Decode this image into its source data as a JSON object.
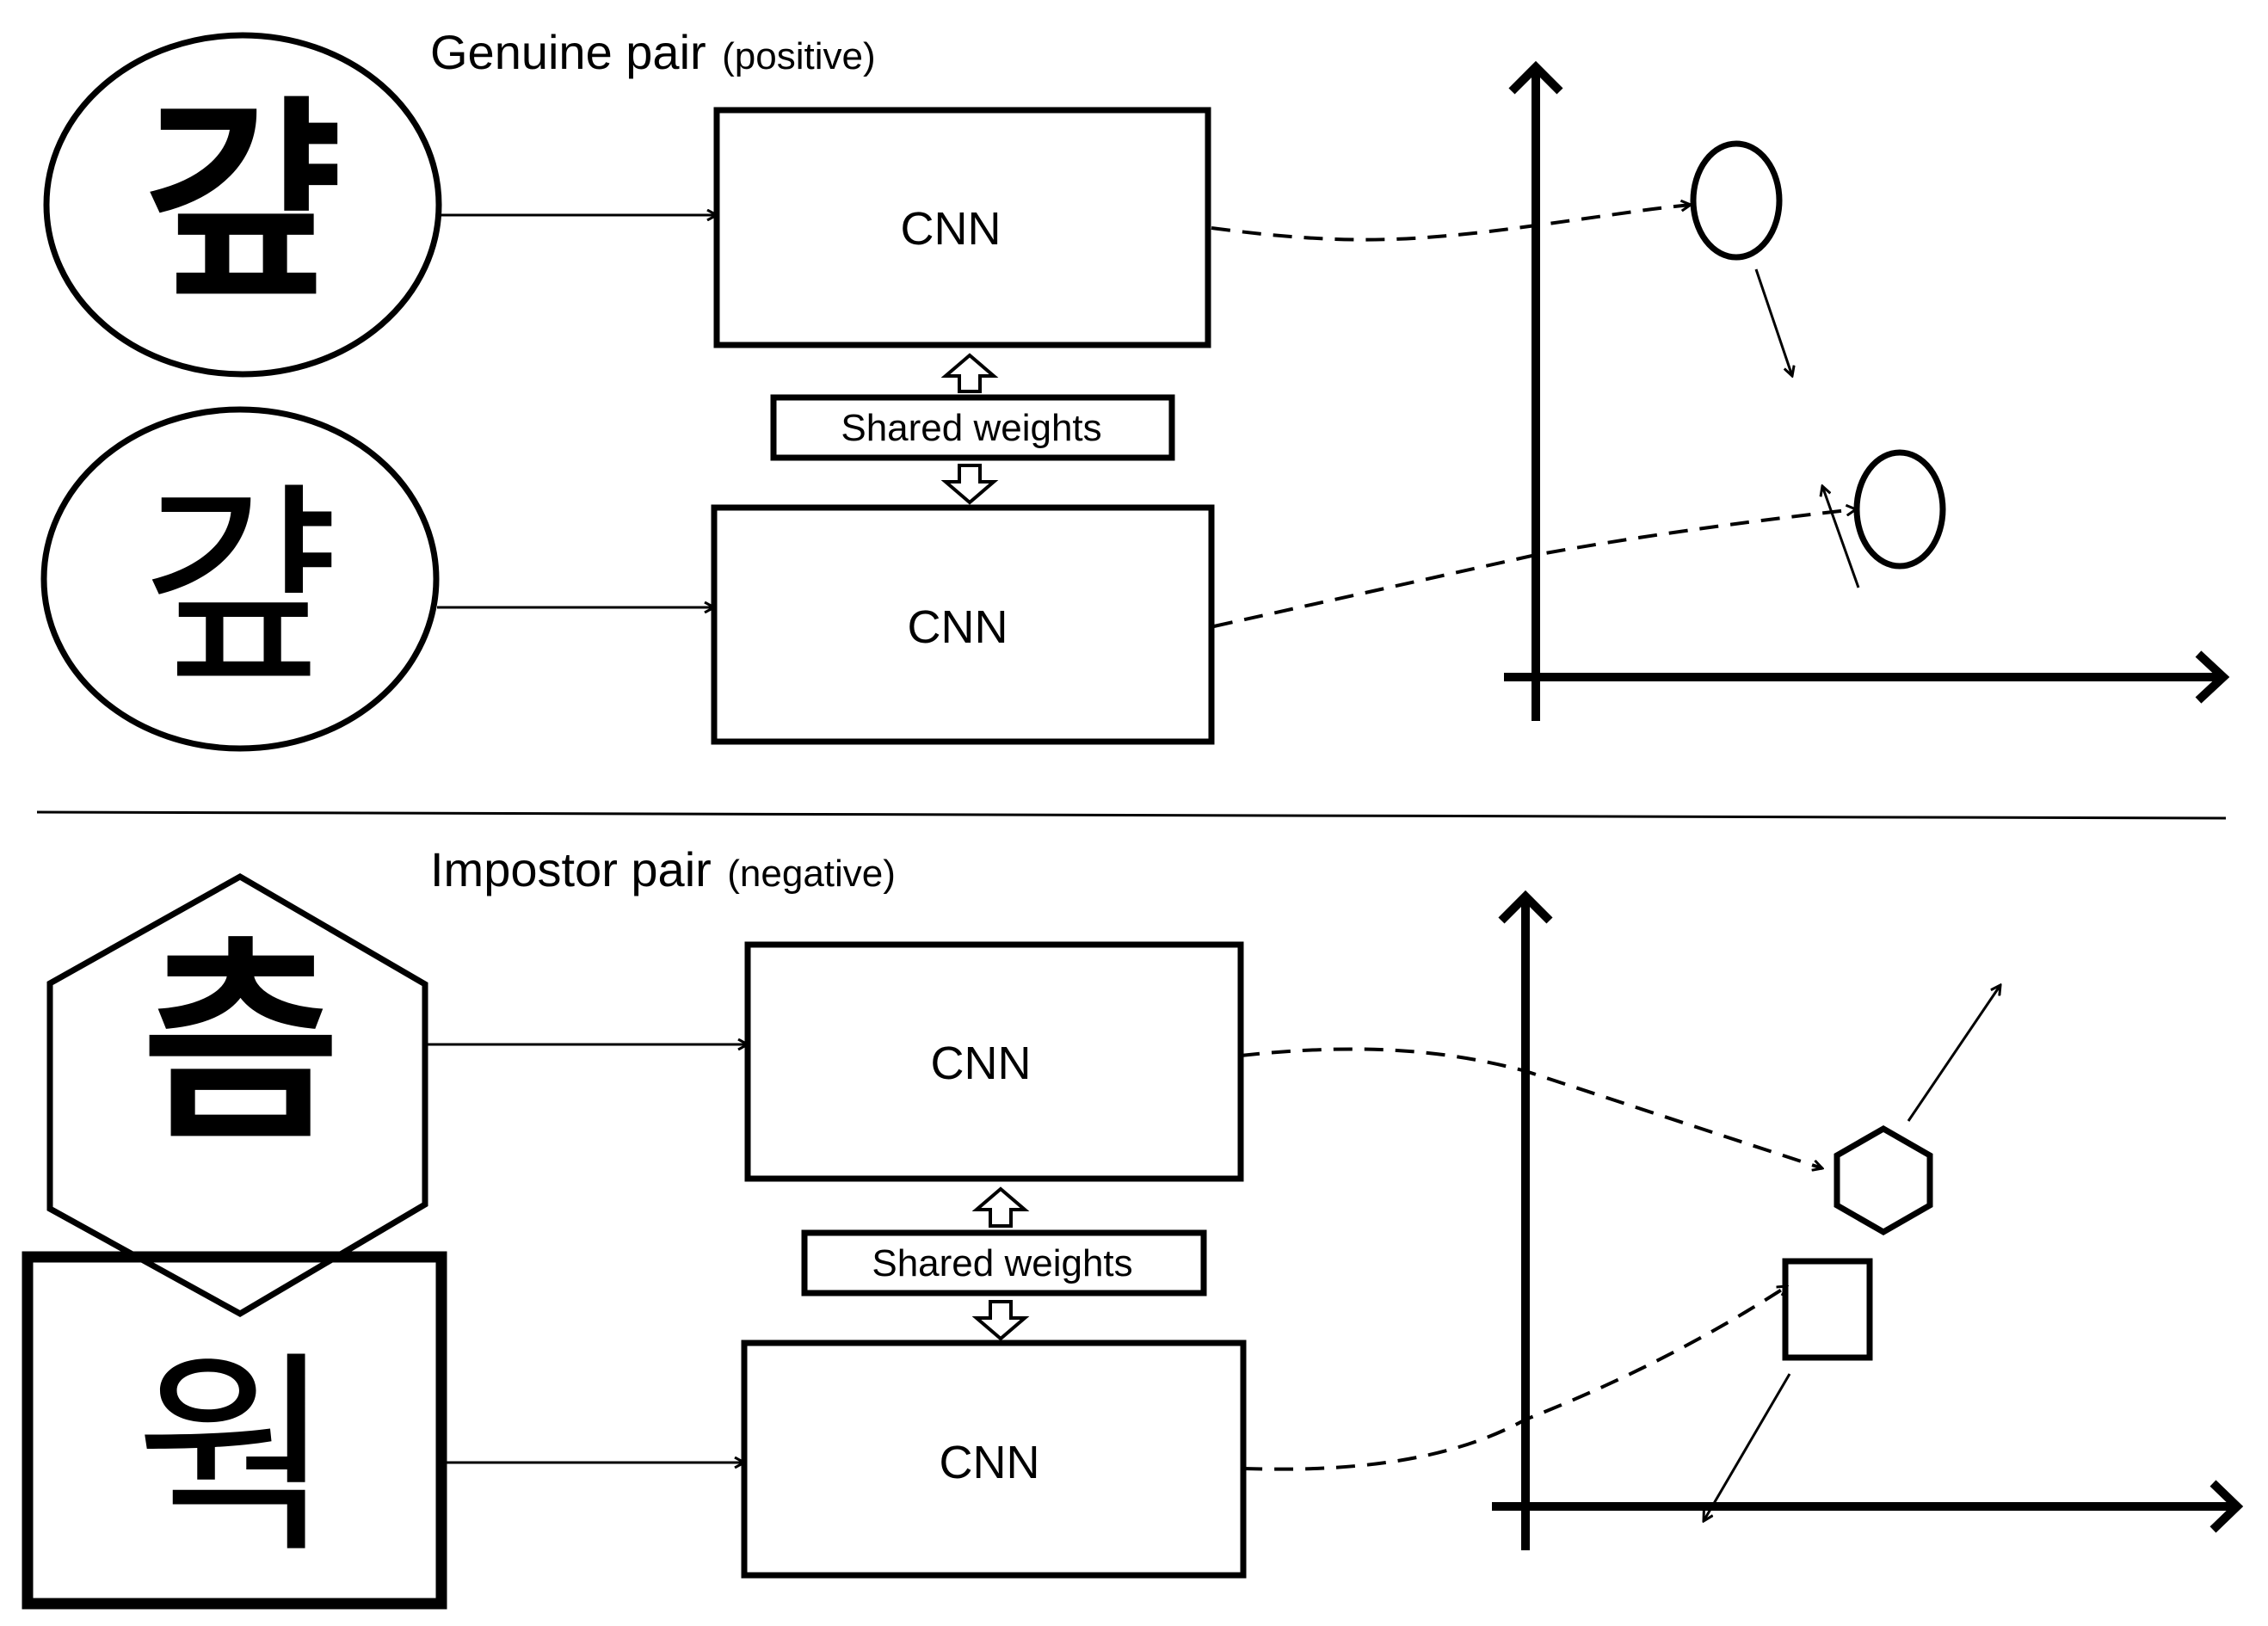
{
  "genuine": {
    "title": "Genuine pair",
    "subtitle": "(positive)",
    "input_a": {
      "char": "걒",
      "shape": "ellipse"
    },
    "input_b": {
      "char": "걒",
      "shape": "ellipse"
    },
    "cnn_top": "CNN",
    "cnn_bottom": "CNN",
    "shared": "Shared weights",
    "embedding": {
      "marker": "circle",
      "movement": "pull together"
    }
  },
  "impostor": {
    "title": "Impostor pair",
    "subtitle": "(negative)",
    "input_a": {
      "char": "츰",
      "shape": "hexagon"
    },
    "input_b": {
      "char": "웍",
      "shape": "square"
    },
    "cnn_top": "CNN",
    "cnn_bottom": "CNN",
    "shared": "Shared weights",
    "embedding": {
      "marker_a": "hexagon",
      "marker_b": "square",
      "movement": "push apart"
    }
  }
}
